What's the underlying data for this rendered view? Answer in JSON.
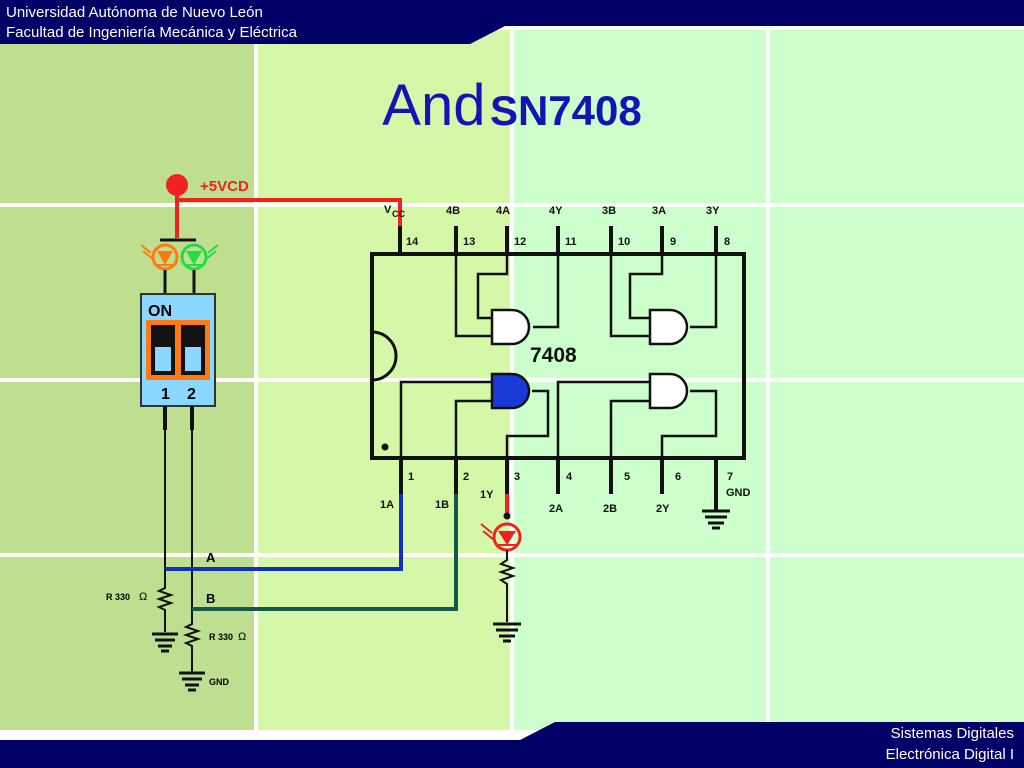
{
  "header": {
    "line1": "Universidad Autónoma de Nuevo León",
    "line2": "Facultad de Ingeniería Mecánica y Eléctrica"
  },
  "title": {
    "main": "And",
    "part": "SN7408"
  },
  "footer": {
    "line1": "Sistemas Digitales",
    "line2": "Electrónica Digital I"
  },
  "diagram": {
    "supply_label": "+5VCD",
    "vcc_label": "V",
    "vcc_sub": "CC",
    "switch_on_label": "ON",
    "switch_num_1": "1",
    "switch_num_2": "2",
    "chip_label": "7408",
    "top_pin_numbers": [
      "14",
      "13",
      "12",
      "11",
      "10",
      "9",
      "8"
    ],
    "top_pin_names": [
      "4B",
      "4A",
      "4Y",
      "3B",
      "3A",
      "3Y"
    ],
    "bottom_pin_numbers": [
      "1",
      "2",
      "3",
      "4",
      "5",
      "6",
      "7"
    ],
    "bottom_pin_names": [
      "1A",
      "1B",
      "1Y",
      "2A",
      "2B",
      "2Y",
      "GND"
    ],
    "wire_a_label": "A",
    "wire_b_label": "B",
    "resistor_1_label": "R 330",
    "resistor_2_label": "R 330",
    "ohm_symbol": "Ω",
    "ground_label": "GND"
  },
  "colors": {
    "navy": "#000066",
    "title_blue": "#1414b4",
    "bg_col1": "#bfdf90",
    "bg_col2": "#d4f7a8",
    "bg_col3": "#ccffcc",
    "wire_red": "#ee2222",
    "wire_blue": "#1030c0",
    "wire_teal": "#145a4a",
    "active_gate": "#1a3ad8",
    "led_orange": "#ff7a10",
    "led_green": "#22dd44",
    "led_red": "#ee2222",
    "switch_blue": "#8ad8ff",
    "switch_orange": "#ff7a10"
  }
}
